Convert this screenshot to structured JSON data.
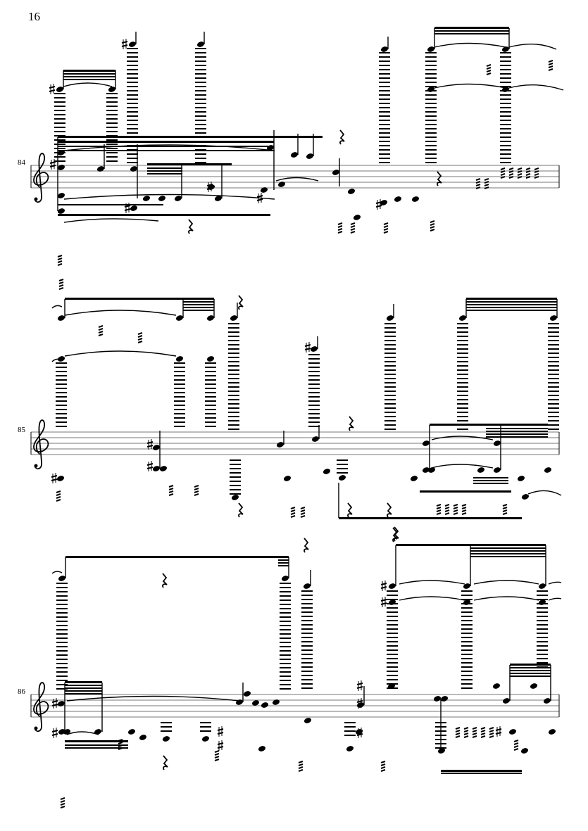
{
  "page": {
    "number": "16"
  },
  "systems": [
    {
      "measure": "84",
      "clef": "treble"
    },
    {
      "measure": "85",
      "clef": "treble"
    },
    {
      "measure": "86",
      "clef": "treble"
    }
  ]
}
